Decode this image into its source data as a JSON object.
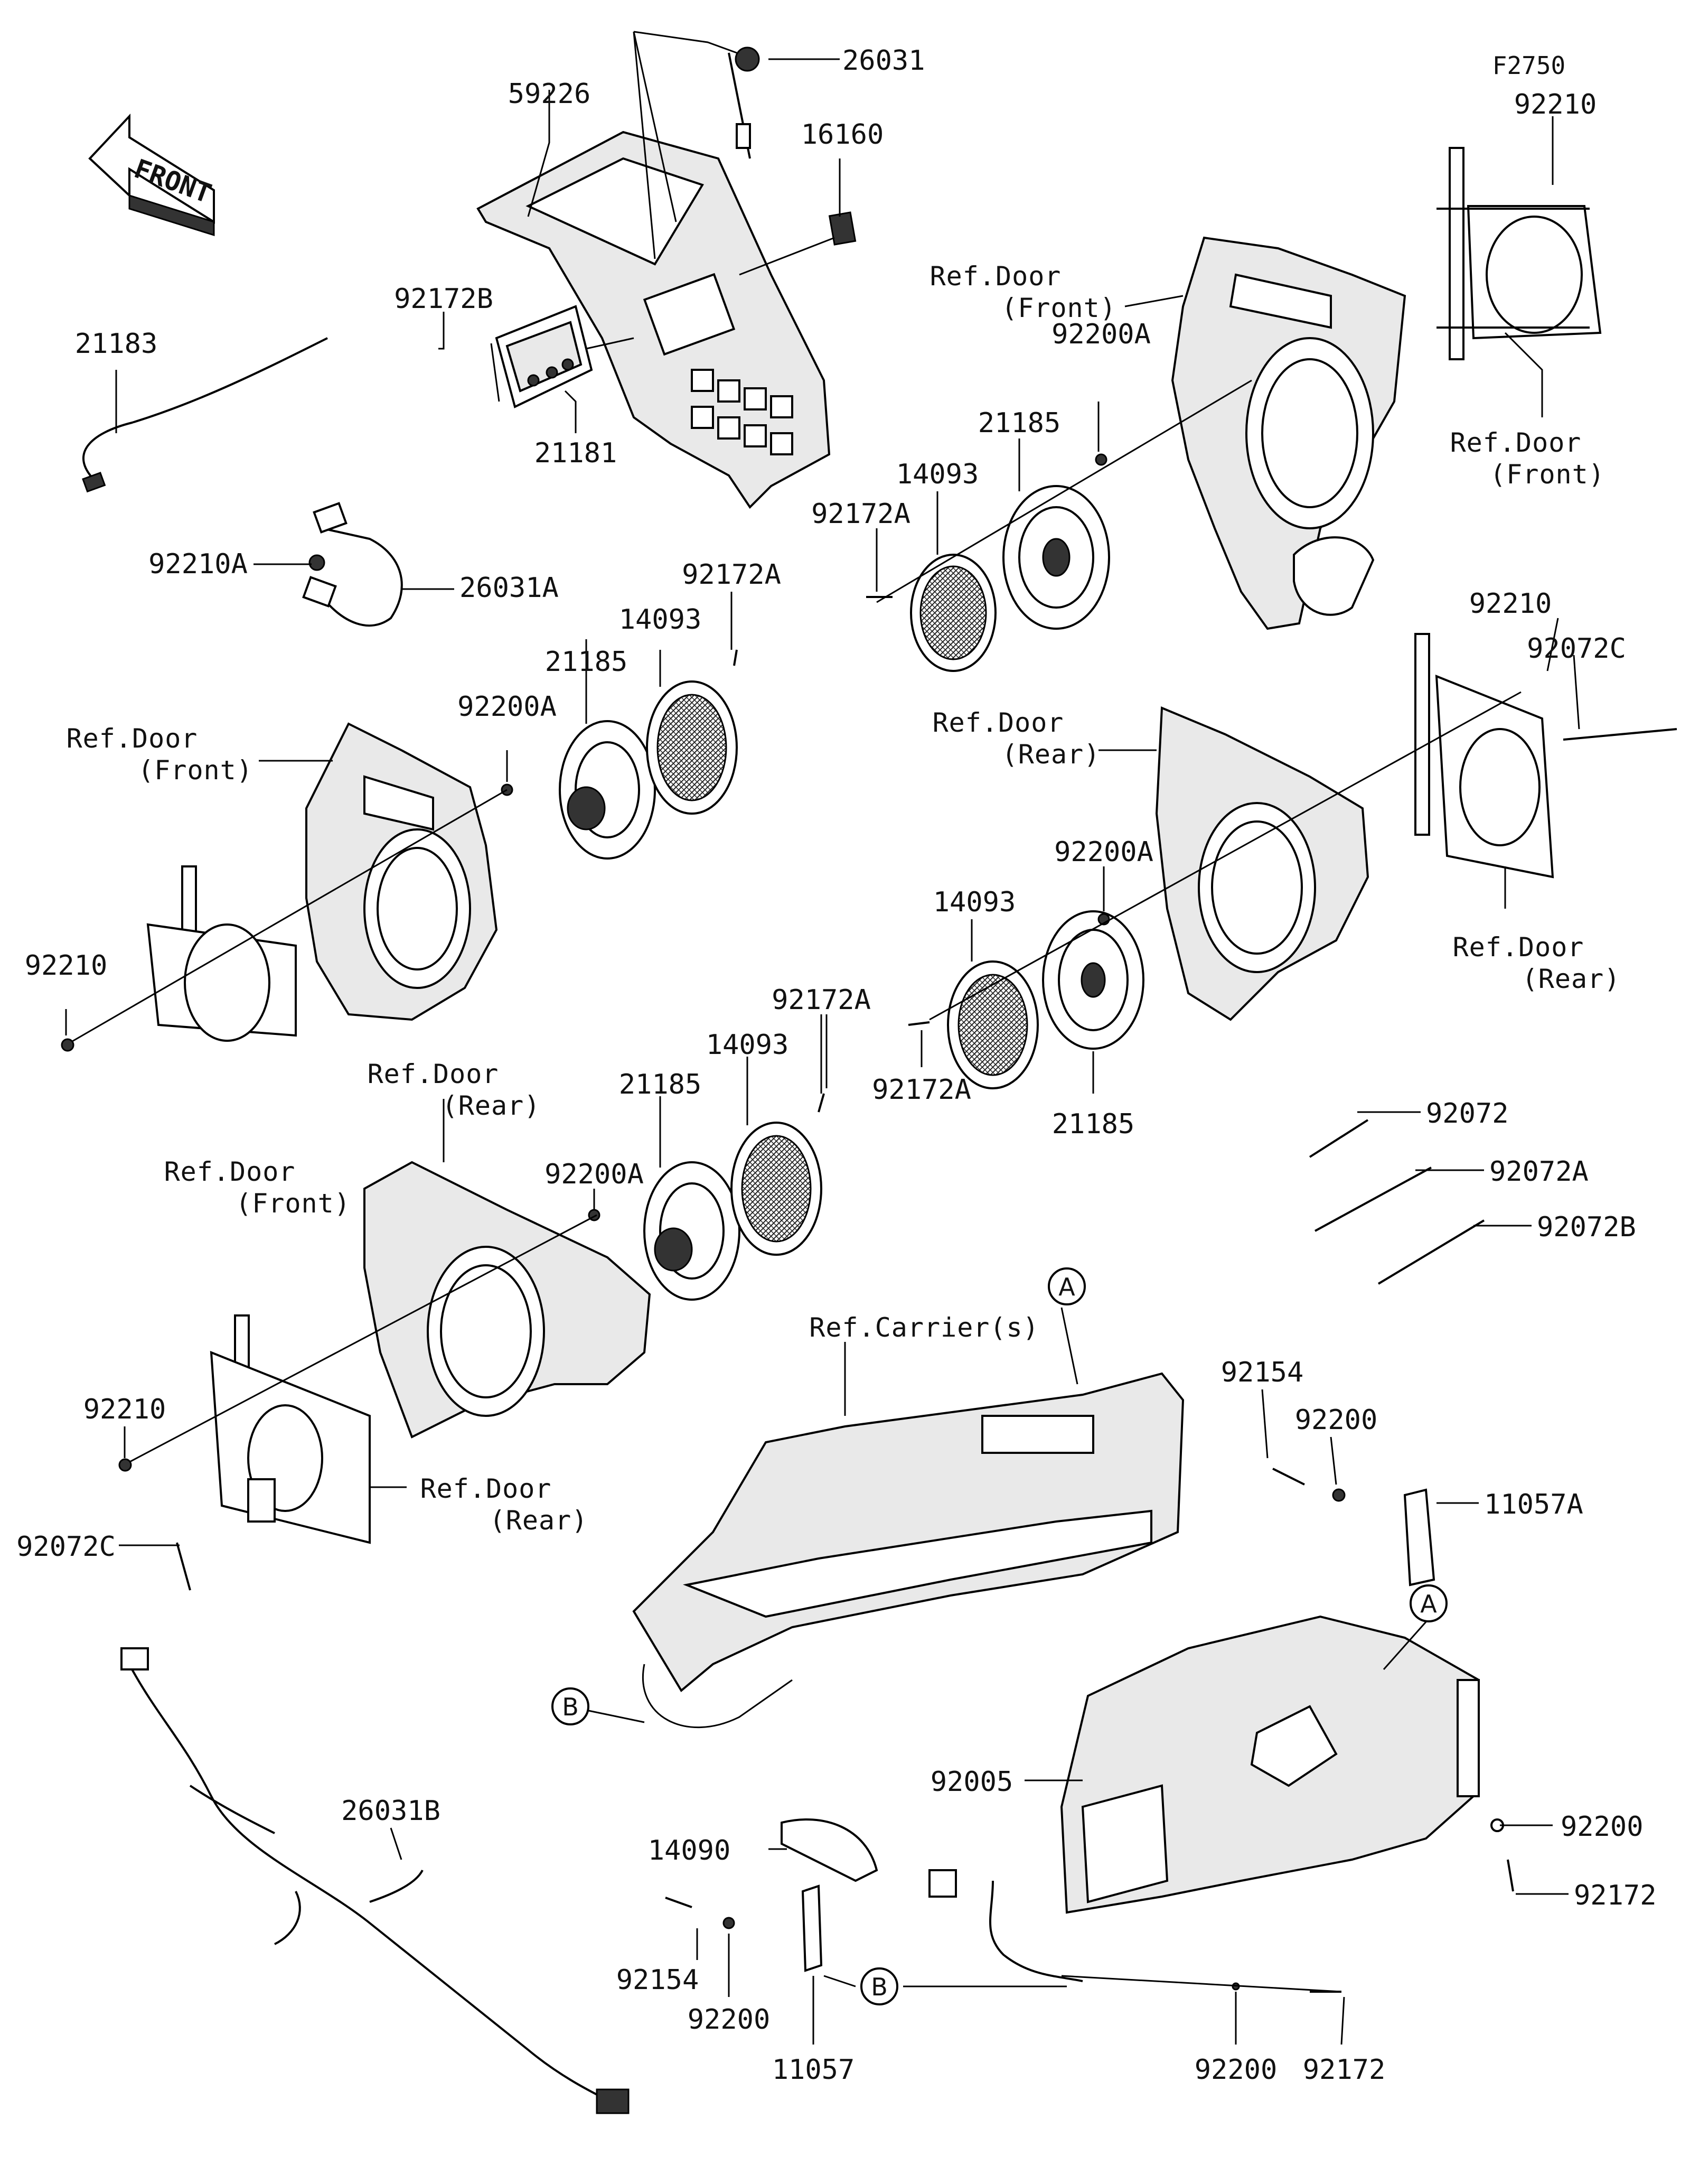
{
  "figure_code": "F2750",
  "front_arrow_label": "FRONT",
  "parts": {
    "p26031": "26031",
    "p59226": "59226",
    "p16160": "16160",
    "p92210_tr": "92210",
    "p92172B": "92172B",
    "p21183": "21183",
    "p21181": "21181",
    "p92210A": "92210A",
    "p26031A": "26031A",
    "p92200A_1": "92200A",
    "p21185_1": "21185",
    "p14093_1": "14093",
    "p92172A_1": "92172A",
    "p92172A_2": "92172A",
    "p14093_2": "14093",
    "p21185_2": "21185",
    "p92200A_2": "92200A",
    "p92210_ml": "92210",
    "p92210_mr": "92210",
    "p92072C_r": "92072C",
    "p92200A_3": "92200A",
    "p14093_3": "14093",
    "p92172A_3": "92172A",
    "p21185_3": "21185",
    "p92172A_4": "92172A",
    "p14093_4": "14093",
    "p21185_4": "21185",
    "p92200A_4": "92200A",
    "p92072": "92072",
    "p92072A": "92072A",
    "p92072B": "92072B",
    "p92210_bl": "92210",
    "p92072C_l": "92072C",
    "p92154_r": "92154",
    "p92200_r1": "92200",
    "p11057A": "11057A",
    "p92005": "92005",
    "p92200_r2": "92200",
    "p92172_r": "92172",
    "p26031B": "26031B",
    "p14090": "14090",
    "p92154_b": "92154",
    "p92200_b": "92200",
    "p11057": "11057",
    "p92200_bb": "92200",
    "p92172_bb": "92172"
  },
  "refs": {
    "door_front_1a": "Ref.Door",
    "door_front_1b": "(Front)",
    "door_front_2a": "Ref.Door",
    "door_front_2b": "(Front)",
    "door_front_3a": "Ref.Door",
    "door_front_3b": "(Front)",
    "door_front_4a": "Ref.Door",
    "door_front_4b": "(Front)",
    "door_rear_1a": "Ref.Door",
    "door_rear_1b": "(Rear)",
    "door_rear_2a": "Ref.Door",
    "door_rear_2b": "(Rear)",
    "door_rear_3a": "Ref.Door",
    "door_rear_3b": "(Rear)",
    "door_rear_4a": "Ref.Door",
    "door_rear_4b": "(Rear)",
    "carrier": "Ref.Carrier(s)"
  },
  "callouts": {
    "a_top": "A",
    "a_right": "A",
    "b_left": "B",
    "b_bottom": "B"
  }
}
